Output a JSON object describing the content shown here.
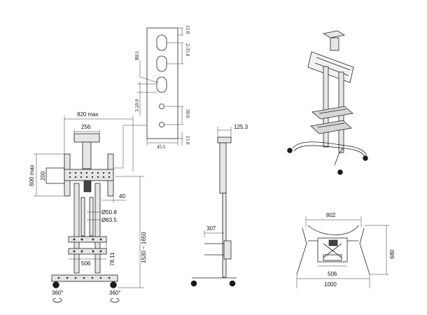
{
  "diagram": {
    "labels": {
      "tv_width": "820 max",
      "bracket_width": "256",
      "tv_height": "600 max",
      "bracket_height": "200",
      "offset_40": "40",
      "pole_small": "Ø50.8",
      "pole_large": "Ø63.5",
      "shelf_width": "506",
      "shelf_gap": "78.11",
      "total_height": "1530 ~ 1650",
      "rotate_left": "360°",
      "rotate_right": "360°",
      "plate_top": "15.0",
      "plate_slots": "2-35.0",
      "plate_radius": "R8.1",
      "plate_holes": "3-20.0",
      "plate_hole_gap": "30.0",
      "plate_width": "45.5",
      "plate_bottom": "15.0",
      "side_depth": "125.3",
      "side_shelf": "307",
      "base_inner": "802",
      "base_depth": "680",
      "base_shelf": "506",
      "base_outer": "1000"
    }
  }
}
